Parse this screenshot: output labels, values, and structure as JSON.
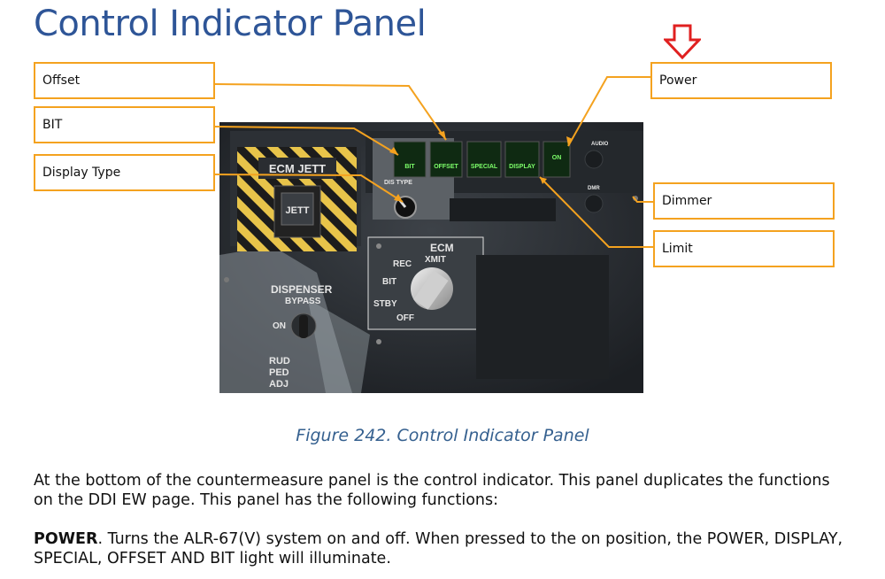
{
  "page": {
    "title": "Control Indicator Panel"
  },
  "callouts": {
    "offset": "Offset",
    "bit": "BIT",
    "display_type": "Display Type",
    "power": "Power",
    "dimmer": "Dimmer",
    "limit": "Limit"
  },
  "panel": {
    "ecm_jett": "ECM JETT",
    "jett": "JETT",
    "dis_type": "DIS TYPE",
    "btn_bit": "BIT",
    "btn_offset": "OFFSET",
    "btn_special": "SPECIAL",
    "btn_display": "DISPLAY",
    "btn_on": "ON",
    "audio": "AUDIO",
    "dmr": "DMR",
    "ecm": "ECM",
    "xmit": "XMIT",
    "rec": "REC",
    "bit_pos": "BIT",
    "stby": "STBY",
    "off": "OFF",
    "dispenser": "DISPENSER",
    "bypass": "BYPASS",
    "on_pos": "ON",
    "rud": "RUD",
    "ped": "PED",
    "adj": "ADJ"
  },
  "caption": "Figure 242. Control Indicator Panel",
  "body": {
    "para1": "At the bottom of the countermeasure panel is the control indicator. This panel duplicates the functions on the DDI EW page. This panel has the following functions:",
    "para2_term": "POWER",
    "para2_text": ". Turns the ALR-67(V) system on and off. When pressed to the on position, the POWER, DISPLAY, SPECIAL, OFFSET AND BIT light will illuminate."
  },
  "colors": {
    "title": "#2e5597",
    "callout_border": "#f4a21f",
    "indicator_arrow": "#e02020",
    "caption": "#35608f",
    "button_glow": "#7dff6a"
  }
}
